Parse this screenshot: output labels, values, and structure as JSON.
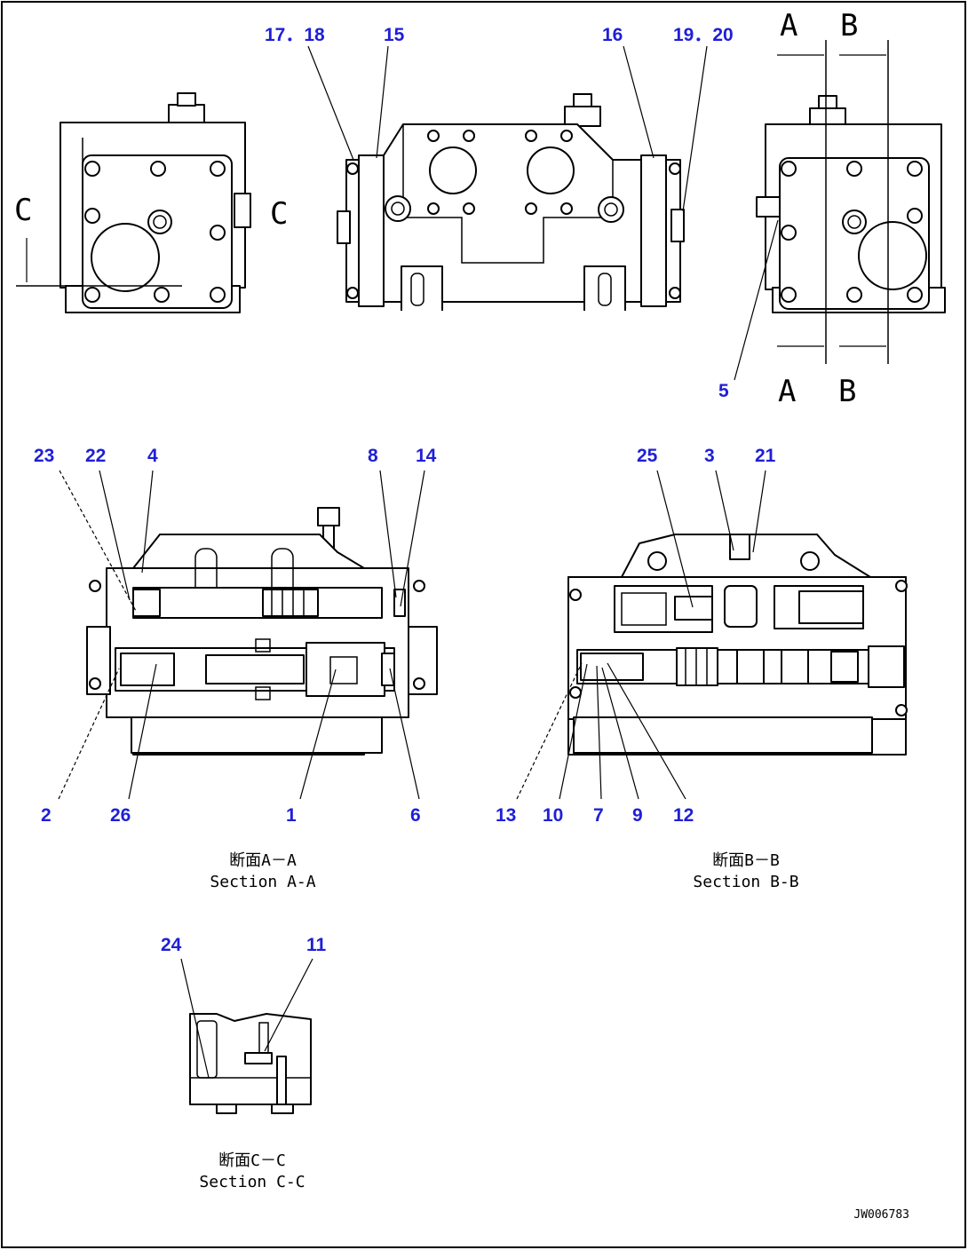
{
  "callouts": {
    "n17_18": "17．18",
    "n15": "15",
    "n16": "16",
    "n19_20": "19．20",
    "n5": "5",
    "n23": "23",
    "n22": "22",
    "n4": "4",
    "n8": "8",
    "n14": "14",
    "n2": "2",
    "n26": "26",
    "n1": "1",
    "n6": "6",
    "n25": "25",
    "n3": "3",
    "n21": "21",
    "n13": "13",
    "n10": "10",
    "n7": "7",
    "n9": "9",
    "n12": "12",
    "n24": "24",
    "n11": "11"
  },
  "cut_marks": {
    "a": "A",
    "b": "B",
    "c": "C"
  },
  "captions": {
    "aa_jp": "断面A－A",
    "aa_en": "Section A-A",
    "bb_jp": "断面B－B",
    "bb_en": "Section B-B",
    "cc_jp": "断面C－C",
    "cc_en": "Section C-C"
  },
  "drawing_code": "JW006783"
}
